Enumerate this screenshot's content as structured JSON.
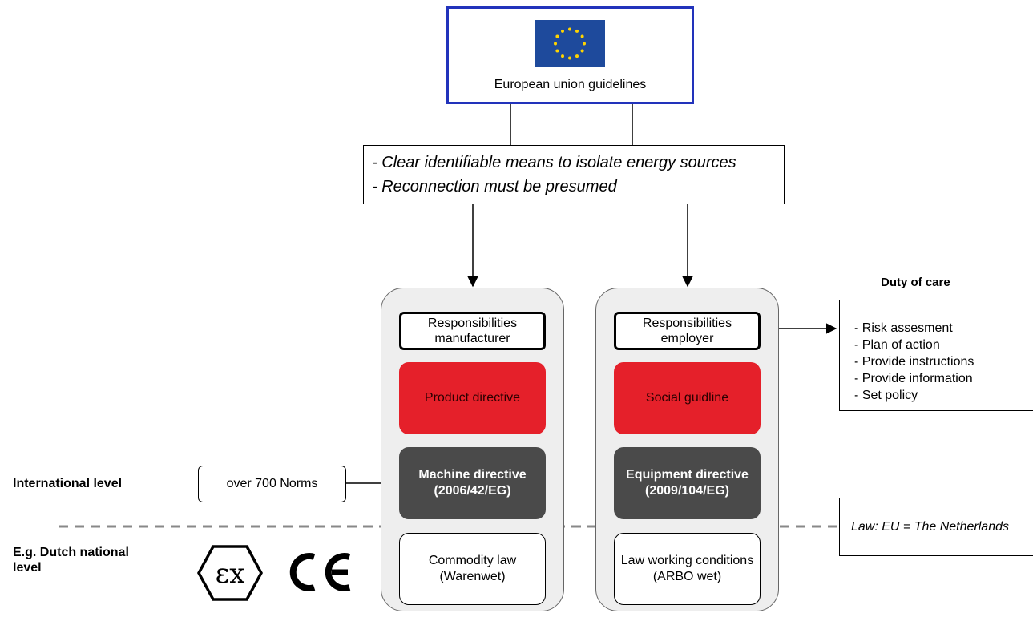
{
  "eu": {
    "label": "European union guidelines",
    "flag_colors": {
      "background": "#1e4a9c",
      "stars": "#ffd400"
    }
  },
  "principles": [
    "- Clear identifiable means to isolate energy sources",
    "- Reconnection must be presumed"
  ],
  "columns": [
    {
      "responsibility": "Responsibilities manufacturer",
      "directive": "Product directive",
      "eu_directive": "Machine directive (2006/42/EG)",
      "national_law": "Commodity law (Warenwet)"
    },
    {
      "responsibility": "Responsibilities employer",
      "directive": "Social guidline",
      "eu_directive": "Equipment directive (2009/104/EG)",
      "national_law": "Law working conditions (ARBO wet)"
    }
  ],
  "norms": "over 700 Norms",
  "duty_of_care": {
    "title": "Duty of care",
    "items": [
      "- Risk assesment",
      "- Plan of action",
      "- Provide instructions",
      "- Provide information",
      "- Set policy"
    ]
  },
  "law_note": "Law: EU = The Netherlands",
  "levels": {
    "international": "International level",
    "national": "E.g. Dutch national level"
  },
  "marks": [
    "ex-mark",
    "ce-mark"
  ],
  "colors": {
    "eu_border": "#2233bb",
    "red": "#e5202a",
    "dark": "#4a4a4a",
    "column_bg": "#eeeeee"
  }
}
